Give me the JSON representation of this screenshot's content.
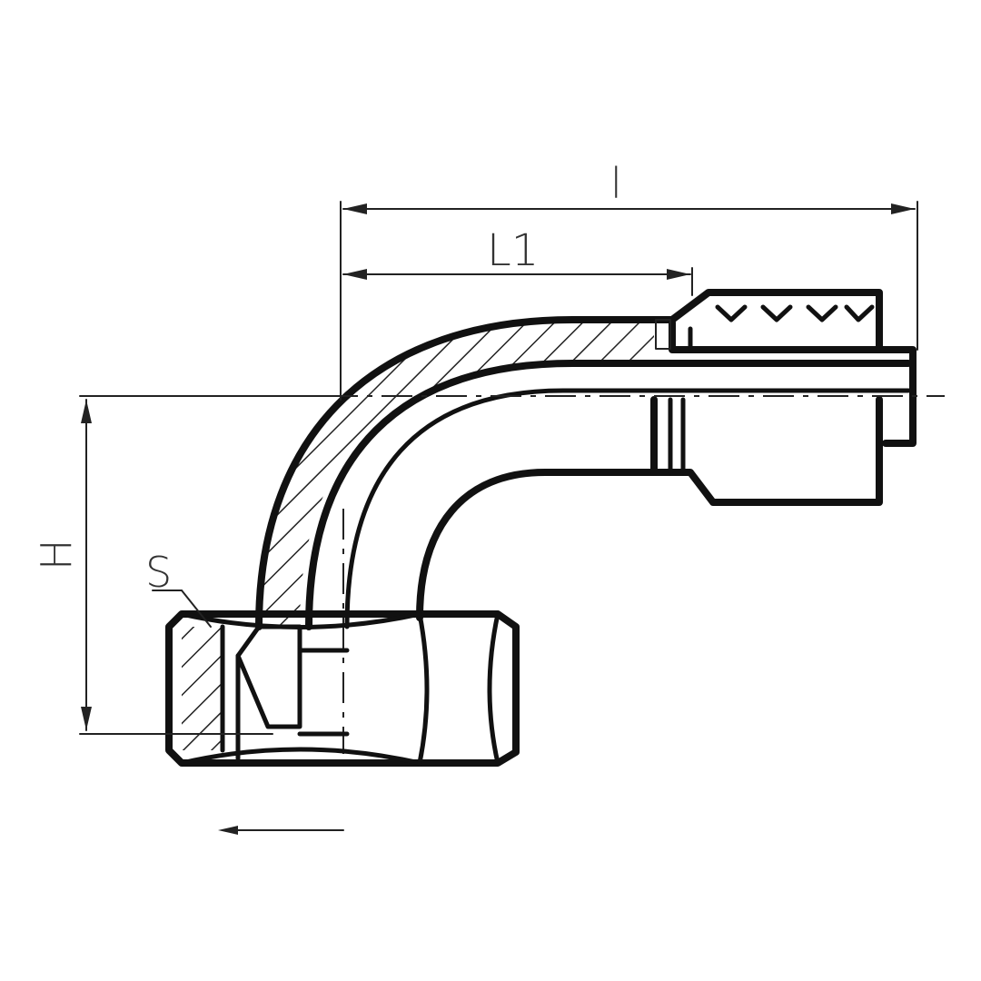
{
  "diagram": {
    "dimension_labels": {
      "overall_length": "l",
      "length_l1": "L1",
      "height": "H",
      "hex_size": "S"
    },
    "colors": {
      "line": "#111111",
      "hatch": "#222222",
      "background": "#ffffff"
    }
  }
}
